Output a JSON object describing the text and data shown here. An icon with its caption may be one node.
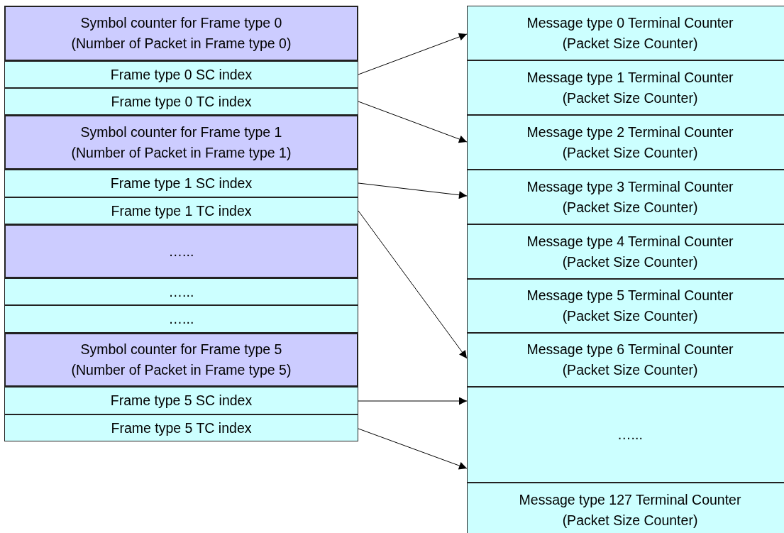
{
  "diagram": {
    "nodes": [
      {
        "text": [
          "Symbol counter for Frame type 0 (Number of Packet in Frame type 0)"
        ]
      },
      {
        "text": [
          "Frame type 0 SC index"
        ]
      },
      {
        "text": [
          "Frame type 0 TC index"
        ]
      },
      {
        "text": [
          "Symbol counter for Frame type 1 (Number of Packet in Frame type 1)"
        ]
      },
      {
        "text": [
          "Frame type 1 SC index"
        ]
      },
      {
        "text": [
          "Frame type 1 TC index"
        ]
      },
      {
        "text": [
          "…..."
        ]
      },
      {
        "text": [
          "…..."
        ]
      },
      {
        "text": [
          "…..."
        ]
      },
      {
        "text": [
          "Symbol counter for Frame type 5 (Number of Packet in Frame type 5)"
        ]
      },
      {
        "text": [
          "Frame type 5 SC index"
        ]
      },
      {
        "text": [
          "Frame type 5 TC index"
        ]
      },
      {
        "text": [
          "Message type 0 Terminal Counter (Packet Size Counter)"
        ]
      },
      {
        "text": [
          "Message type 1 Terminal Counter (Packet Size Counter)"
        ]
      },
      {
        "text": [
          "Message type 2 Terminal Counter (Packet Size Counter)"
        ]
      },
      {
        "text": [
          "Message type 3 Terminal Counter (Packet Size Counter)"
        ]
      },
      {
        "text": [
          "Message type 4 Terminal Counter (Packet Size Counter)"
        ]
      },
      {
        "text": [
          "Message type 5 Terminal Counter (Packet Size Counter)"
        ]
      },
      {
        "text": [
          "Message type 6 Terminal Counter (Packet Size Counter)"
        ]
      },
      {
        "text": [
          "…..."
        ]
      },
      {
        "text": [
          "Message type 127 Terminal Counter (Packet Size Counter)"
        ]
      }
    ],
    "edges": [
      {
        "from": 1,
        "to": 12,
        "arrow": "to"
      },
      {
        "from": 2,
        "to": 14,
        "arrow": "to"
      },
      {
        "from": 4,
        "to": 15,
        "arrow": "to"
      },
      {
        "from": 5,
        "to": 18,
        "arrow": "to"
      },
      {
        "from": 10,
        "to": 19,
        "arrow": "to"
      },
      {
        "from": 11,
        "to": 19,
        "arrow": "to"
      }
    ]
  }
}
